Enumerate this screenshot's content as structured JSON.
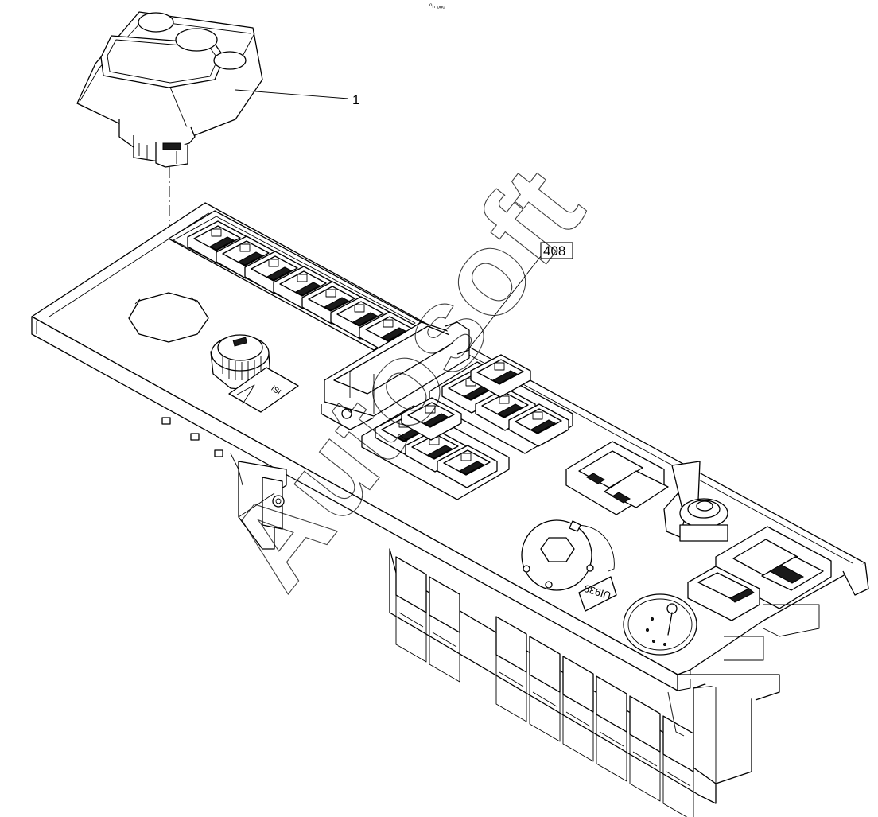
{
  "header_mark": "ᵒₙ ₒₒₒ",
  "callouts": [
    {
      "id": "callout-1",
      "label": "1"
    },
    {
      "id": "callout-408",
      "label": "408"
    }
  ],
  "panel_stamp": "UI939",
  "watermark": "Autosoft",
  "icons": {
    "rocker": "rocker-switch-icon",
    "dial": "rotary-knob-icon",
    "ignition": "ignition-switch-icon",
    "gauge": "round-gauge-icon"
  },
  "colors": {
    "line": "#000000",
    "background": "#ffffff"
  }
}
